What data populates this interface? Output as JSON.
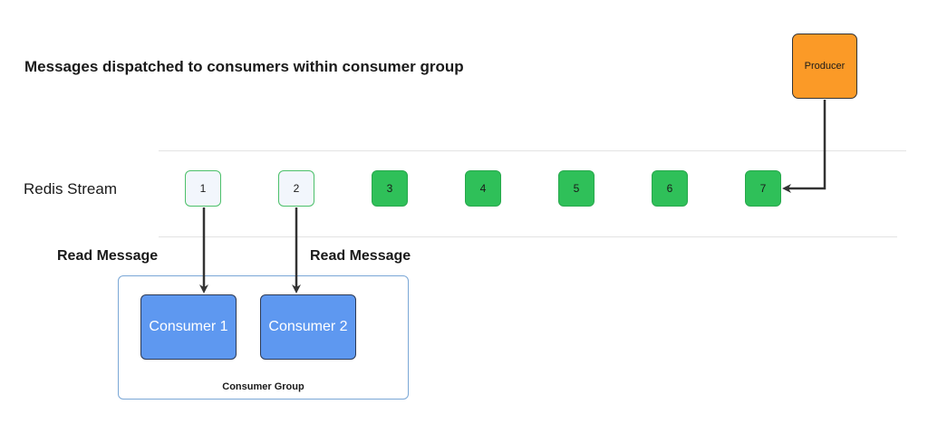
{
  "title": "Messages dispatched to consumers within consumer group",
  "stream_label": "Redis Stream",
  "producer_label": "Producer",
  "messages": [
    {
      "id": "1",
      "state": "read"
    },
    {
      "id": "2",
      "state": "read"
    },
    {
      "id": "3",
      "state": "unread"
    },
    {
      "id": "4",
      "state": "unread"
    },
    {
      "id": "5",
      "state": "unread"
    },
    {
      "id": "6",
      "state": "unread"
    },
    {
      "id": "7",
      "state": "unread"
    }
  ],
  "read_labels": [
    "Read Message",
    "Read Message"
  ],
  "consumer_group": {
    "label": "Consumer Group",
    "consumers": [
      "Consumer 1",
      "Consumer 2"
    ]
  },
  "colors": {
    "producer": "#fb9a27",
    "unread_message": "#2fc059",
    "read_message": "#f2f6fc",
    "consumer": "#5e98f0",
    "group_border": "#7aa7d6"
  }
}
